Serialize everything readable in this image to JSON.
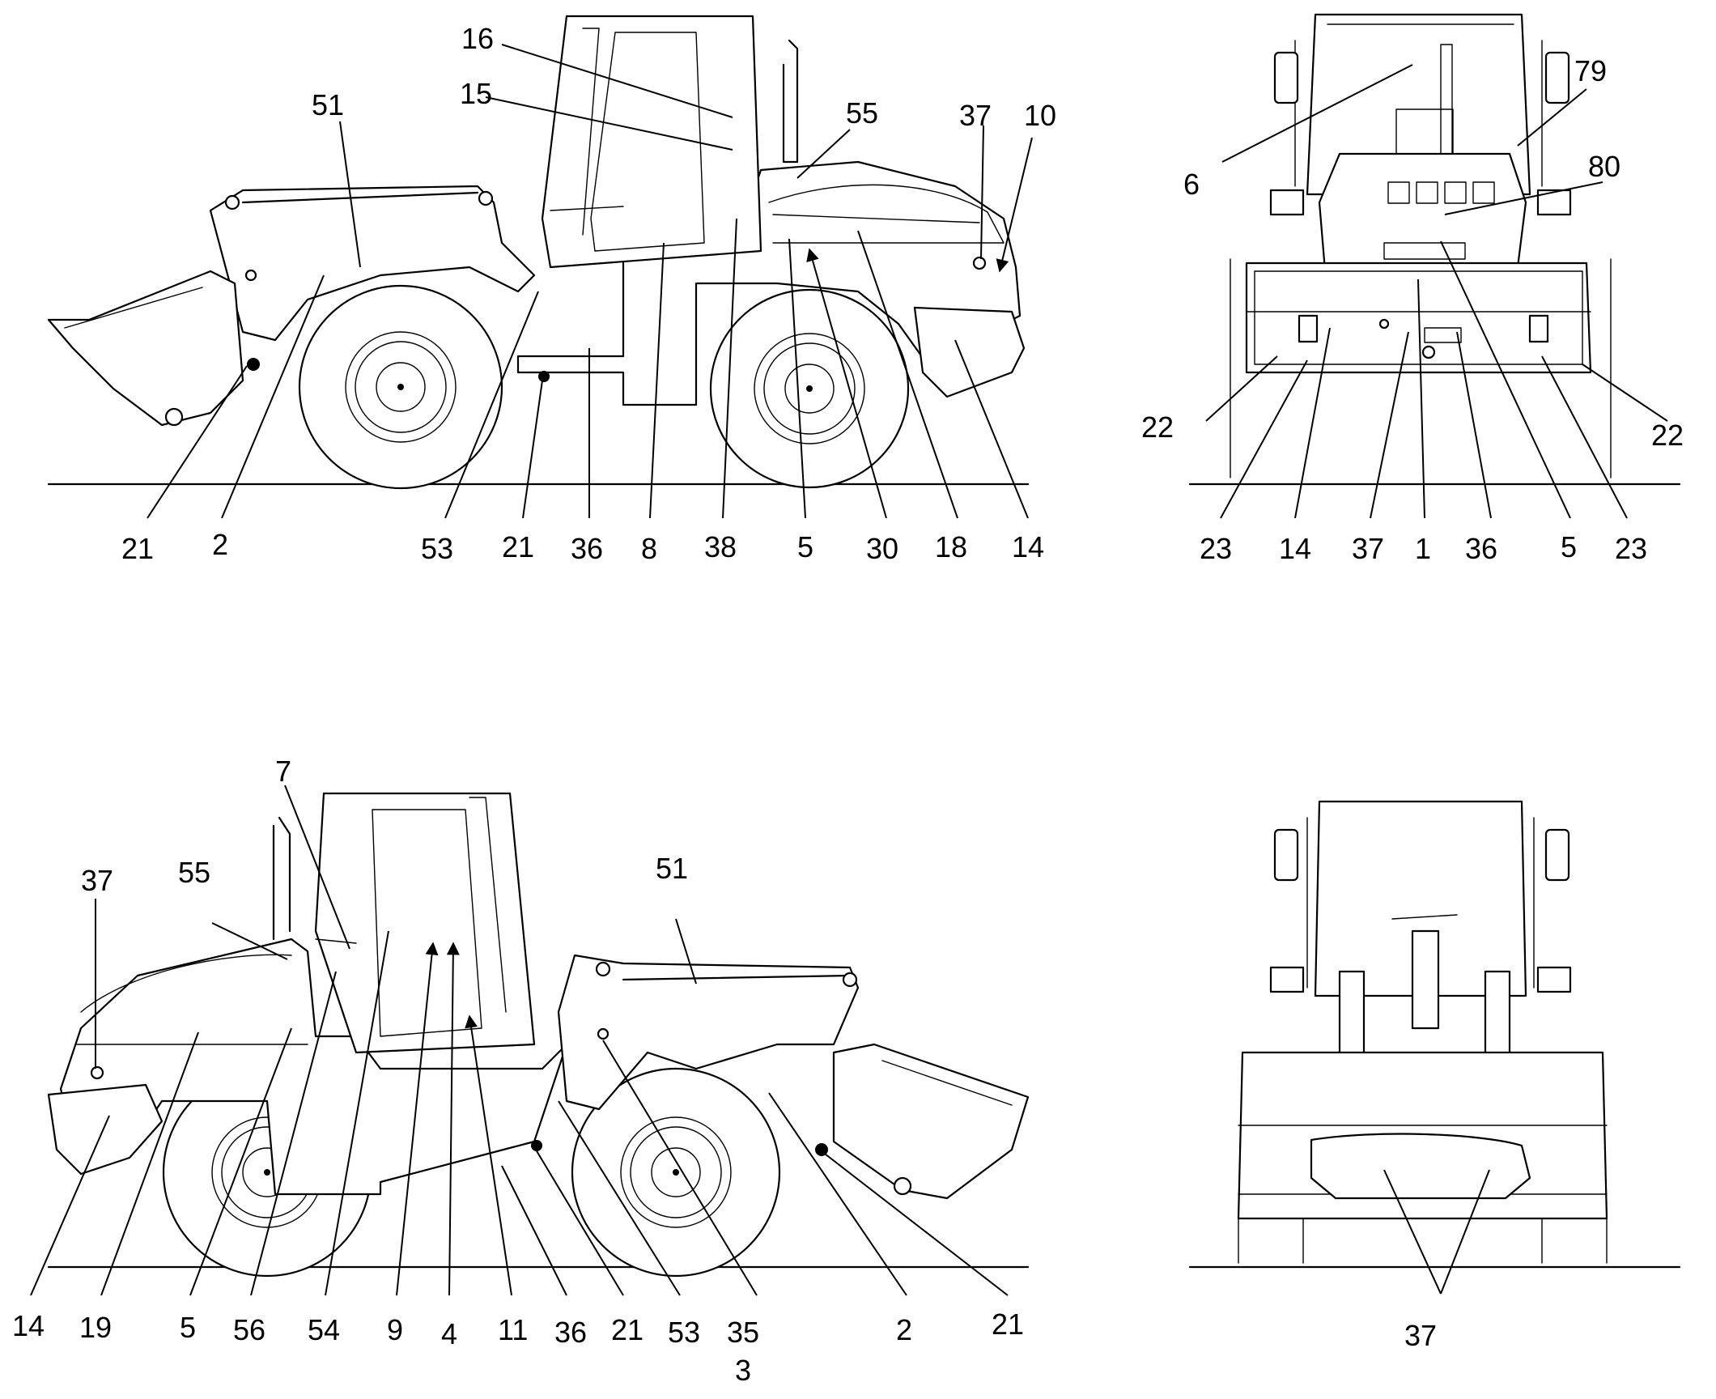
{
  "side_left_view": {
    "labels": [
      "16",
      "15",
      "51",
      "55",
      "37",
      "10",
      "21",
      "2",
      "53",
      "21",
      "36",
      "8",
      "38",
      "5",
      "30",
      "18",
      "14"
    ]
  },
  "front_view": {
    "labels": [
      "6",
      "79",
      "80",
      "22",
      "22",
      "23",
      "14",
      "37",
      "1",
      "36",
      "5",
      "23"
    ]
  },
  "side_right_view": {
    "labels": [
      "7",
      "37",
      "55",
      "51",
      "14",
      "19",
      "5",
      "56",
      "54",
      "9",
      "4",
      "11",
      "36",
      "21",
      "53",
      "35",
      "3",
      "2",
      "21"
    ]
  },
  "rear_view": {
    "labels": [
      "37"
    ]
  },
  "icons": [
    "bolt-icon",
    "wheel-hub-icon",
    "arrow-icon"
  ]
}
